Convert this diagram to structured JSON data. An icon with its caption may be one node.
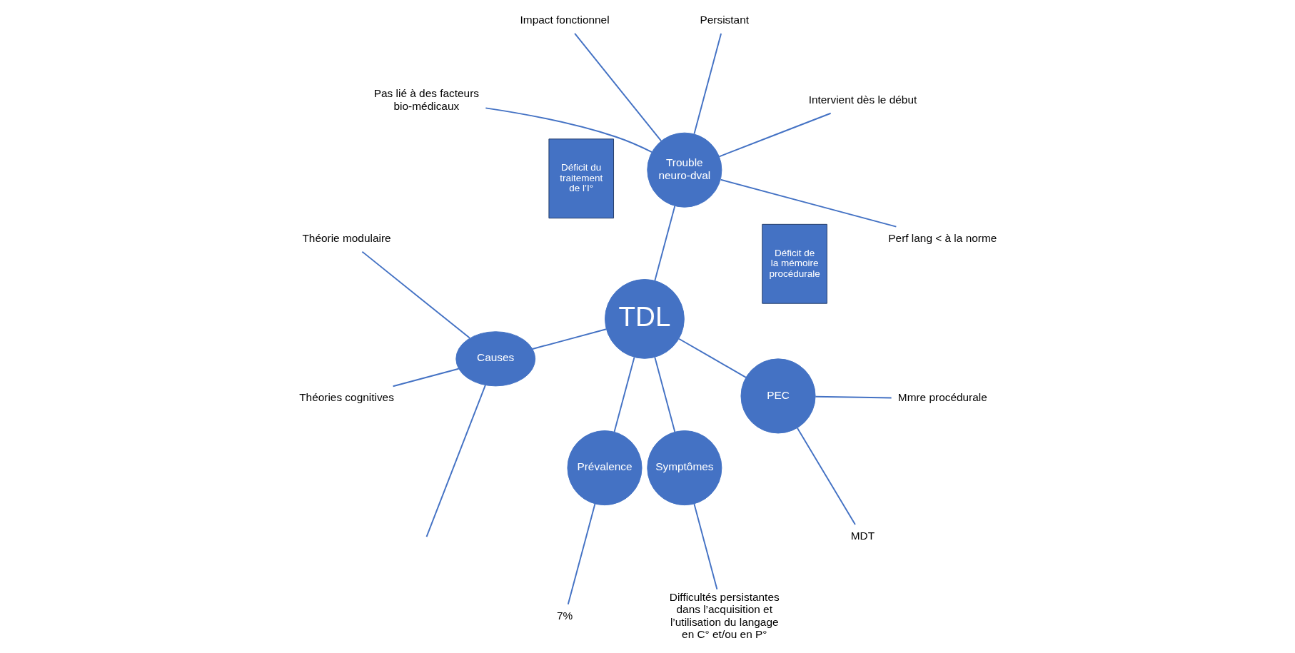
{
  "diagram": {
    "nodes": [
      {
        "text": [
          "TDL"
        ]
      },
      {
        "text": [
          "Trouble neuro-dval"
        ]
      },
      {
        "text": [
          "Perf lang < à la norme"
        ]
      },
      {
        "text": [
          "Intervient dès le début"
        ]
      },
      {
        "text": [
          "Persistant"
        ]
      },
      {
        "text": [
          "Impact fonctionnel"
        ]
      },
      {
        "text": [
          "Pas lié à des facteurs bio-médicaux"
        ]
      },
      {
        "text": [
          "Causes"
        ]
      },
      {
        "text": [
          "Théorie modulaire"
        ]
      },
      {
        "text": [
          "Théories cognitives"
        ]
      },
      {
        "text": [
          "Déficit du traitement de l’I°"
        ]
      },
      {
        "text": [
          "Déficit de la mémoire procédurale"
        ]
      },
      {
        "text": [
          "Prévalence"
        ]
      },
      {
        "text": [
          "7%"
        ]
      },
      {
        "text": [
          "Symptômes"
        ]
      },
      {
        "text": [
          "Difficultés persistantes dans l’acquisition et l’utilisation du langage en C° et/ou en P°"
        ]
      },
      {
        "text": [
          "PEC"
        ]
      },
      {
        "text": [
          "MDT"
        ]
      },
      {
        "text": [
          "Mmre procédurale"
        ]
      }
    ],
    "edges": [
      {
        "from": 0,
        "to": 1,
        "arrow": "none"
      },
      {
        "from": 0,
        "to": 7,
        "arrow": "none"
      },
      {
        "from": 0,
        "to": 12,
        "arrow": "none"
      },
      {
        "from": 0,
        "to": 16,
        "arrow": "none"
      },
      {
        "from": 0,
        "to": 14,
        "arrow": "none"
      },
      {
        "from": 1,
        "to": 2,
        "arrow": "none"
      },
      {
        "from": 1,
        "to": 3,
        "arrow": "none"
      },
      {
        "from": 1,
        "to": 4,
        "arrow": "none"
      },
      {
        "from": 1,
        "to": 5,
        "arrow": "none"
      },
      {
        "from": 1,
        "to": 6,
        "arrow": "none"
      },
      {
        "from": 7,
        "to": 8,
        "arrow": "none"
      },
      {
        "from": 7,
        "to": null,
        "arrow": "none"
      },
      {
        "from": 7,
        "to": 9,
        "arrow": "none"
      },
      {
        "from": 12,
        "to": 13,
        "arrow": "none"
      },
      {
        "from": 14,
        "to": 15,
        "arrow": "none"
      },
      {
        "from": 16,
        "to": 17,
        "arrow": "none"
      },
      {
        "from": 16,
        "to": 18,
        "arrow": "none"
      }
    ]
  }
}
